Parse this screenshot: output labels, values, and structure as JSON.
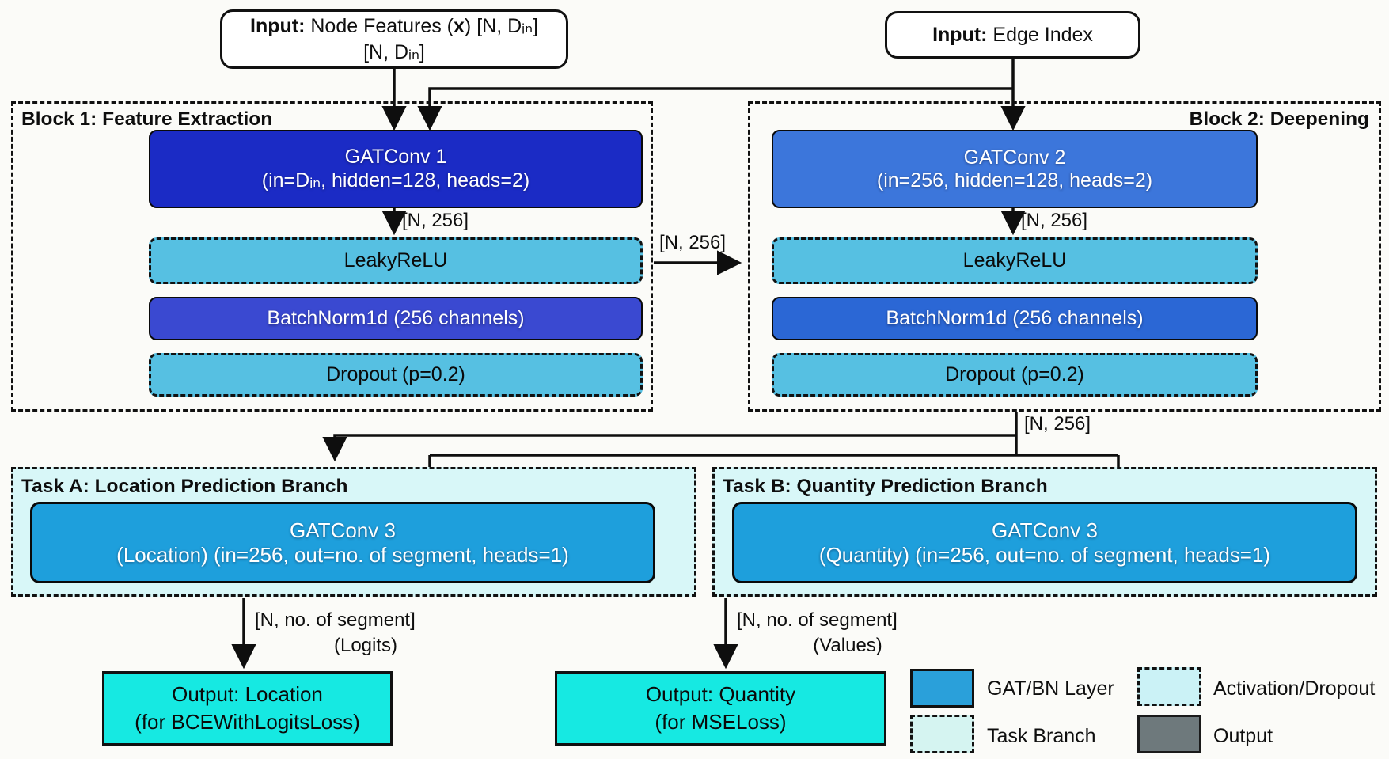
{
  "diagram": {
    "inputs": {
      "node_features": {
        "prefix": "Input:",
        "seg1": " Node Features (",
        "x": "x",
        "seg2": ") [N, Dᵢₙ]",
        "line2": "[N, Dᵢₙ]"
      },
      "edge_index": {
        "prefix": "Input:",
        "rest": " Edge Index"
      }
    },
    "block1": {
      "title": "Block 1: Feature Extraction",
      "gatconv_line1": "GATConv 1",
      "gatconv_line2": "(in=Dᵢₙ, hidden=128, heads=2)",
      "shape_label": "[N, 256]",
      "leakyrelu": "LeakyReLU",
      "batchnorm": "BatchNorm1d (256 channels)",
      "dropout": "Dropout (p=0.2)"
    },
    "block2": {
      "title": "Block 2: Deepening",
      "gatconv_line1": "GATConv 2",
      "gatconv_line2": "(in=256, hidden=128, heads=2)",
      "shape_label": "[N, 256]",
      "leakyrelu": "LeakyReLU",
      "batchnorm": "BatchNorm1d (256 channels)",
      "dropout": "Dropout (p=0.2)"
    },
    "between_blocks_label": "[N, 256]",
    "after_block2_label": "[N, 256]",
    "task_a": {
      "title": "Task A: Location Prediction Branch",
      "gatconv_line1": "GATConv 3",
      "gatconv_line2": "(Location) (in=256, out=no. of segment, heads=1)",
      "out_shape": "[N, no. of segment]",
      "out_kind": "(Logits)",
      "output_line1": "Output: Location",
      "output_line2": "(for BCEWithLogitsLoss)"
    },
    "task_b": {
      "title": "Task B: Quantity Prediction Branch",
      "gatconv_line1": "GATConv 3",
      "gatconv_line2": "(Quantity) (in=256, out=no. of segment, heads=1)",
      "out_shape": "[N, no. of segment]",
      "out_kind": "(Values)",
      "output_line1": "Output: Quantity",
      "output_line2": "(for MSELoss)"
    },
    "legend": {
      "items": [
        {
          "label": "GAT/BN Layer",
          "color": "#2aa0da"
        },
        {
          "label": "Activation/Dropout",
          "color": "#cbf2f6"
        },
        {
          "label": "Task Branch",
          "color": "#d5f4f1"
        },
        {
          "label": "Output",
          "color": "#6e797c"
        }
      ]
    }
  }
}
